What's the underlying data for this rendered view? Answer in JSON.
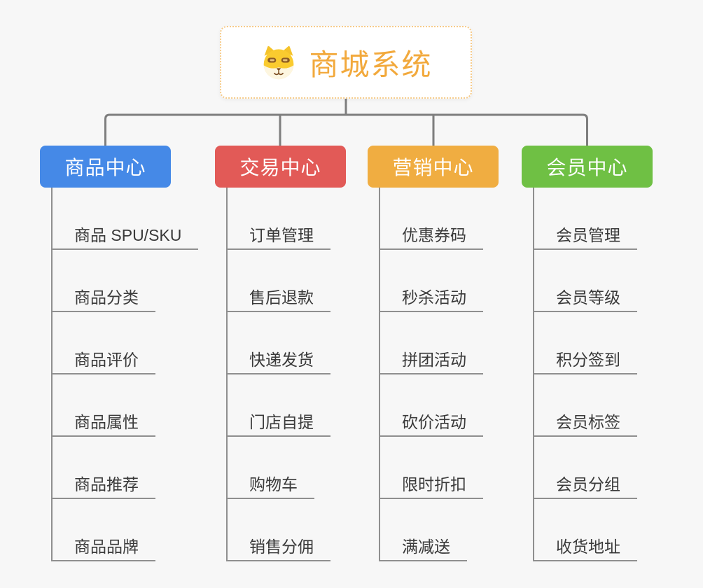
{
  "root": {
    "title": "商城系统",
    "title_color": "#f2a93c",
    "border_color": "#f6cb8a",
    "icon": "dog-face-icon"
  },
  "connectors": {
    "color": "#7e7e7e"
  },
  "branches": [
    {
      "label": "商品中心",
      "color": "#4589e7",
      "items": [
        "商品 SPU/SKU",
        "商品分类",
        "商品评价",
        "商品属性",
        "商品推荐",
        "商品品牌"
      ]
    },
    {
      "label": "交易中心",
      "color": "#e25a57",
      "items": [
        "订单管理",
        "售后退款",
        "快递发货",
        "门店自提",
        "购物车",
        "销售分佣"
      ]
    },
    {
      "label": "营销中心",
      "color": "#f0ad41",
      "items": [
        "优惠券码",
        "秒杀活动",
        "拼团活动",
        "砍价活动",
        "限时折扣",
        "满减送"
      ]
    },
    {
      "label": "会员中心",
      "color": "#6fc044",
      "items": [
        "会员管理",
        "会员等级",
        "积分签到",
        "会员标签",
        "会员分组",
        "收货地址"
      ]
    }
  ]
}
